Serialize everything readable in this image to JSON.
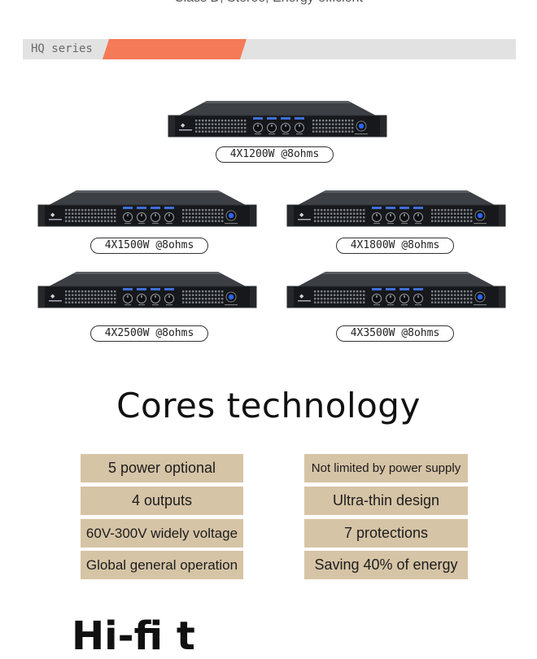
{
  "top_caption": "Class D, Stereo, Energy-efficient",
  "series": {
    "label": "HQ series",
    "accent_color": "#f47a58",
    "bar_color": "#e2e2e2"
  },
  "products": [
    {
      "label": "4X1200W @8ohms"
    },
    {
      "label": "4X1500W @8ohms"
    },
    {
      "label": "4X1800W @8ohms"
    },
    {
      "label": "4X2500W @8ohms"
    },
    {
      "label": "4X3500W @8ohms"
    }
  ],
  "section_title": "Cores technology",
  "features_left": [
    "5 power optional",
    "4 outputs",
    "60V-300V widely voltage",
    "Global general operation"
  ],
  "features_right": [
    "Not limited by power supply",
    "Ultra-thin design",
    "7 protections",
    "Saving 40% of energy"
  ],
  "feature_color": "#d6c4a6",
  "bottom_heading": "Hi-fi t"
}
